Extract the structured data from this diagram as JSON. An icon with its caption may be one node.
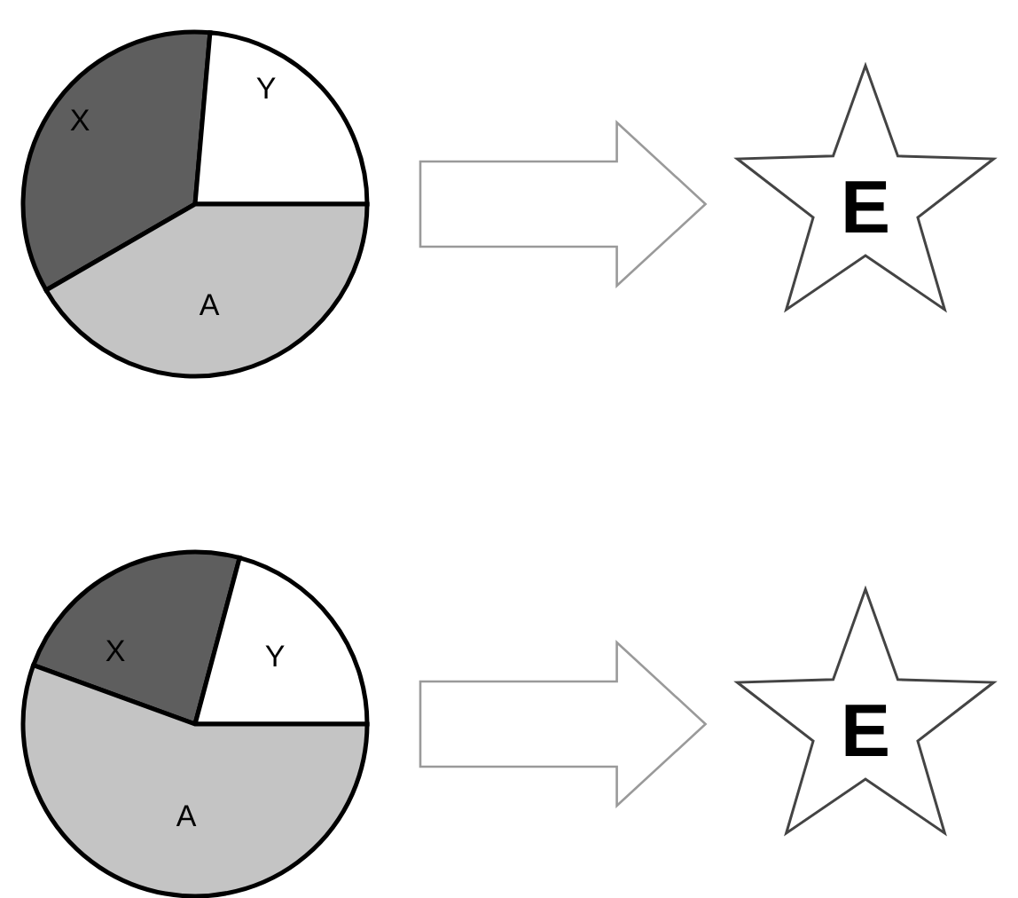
{
  "diagram": {
    "nodes": [
      {
        "text": [
          "X",
          "Y",
          "A"
        ]
      },
      {
        "text": [
          "E"
        ]
      },
      {
        "text": [
          "X",
          "Y",
          "A"
        ]
      },
      {
        "text": [
          "E"
        ]
      }
    ],
    "edges": [
      {
        "from": 0,
        "to": 1,
        "arrow": "to"
      },
      {
        "from": 2,
        "to": 3,
        "arrow": "to"
      }
    ]
  }
}
